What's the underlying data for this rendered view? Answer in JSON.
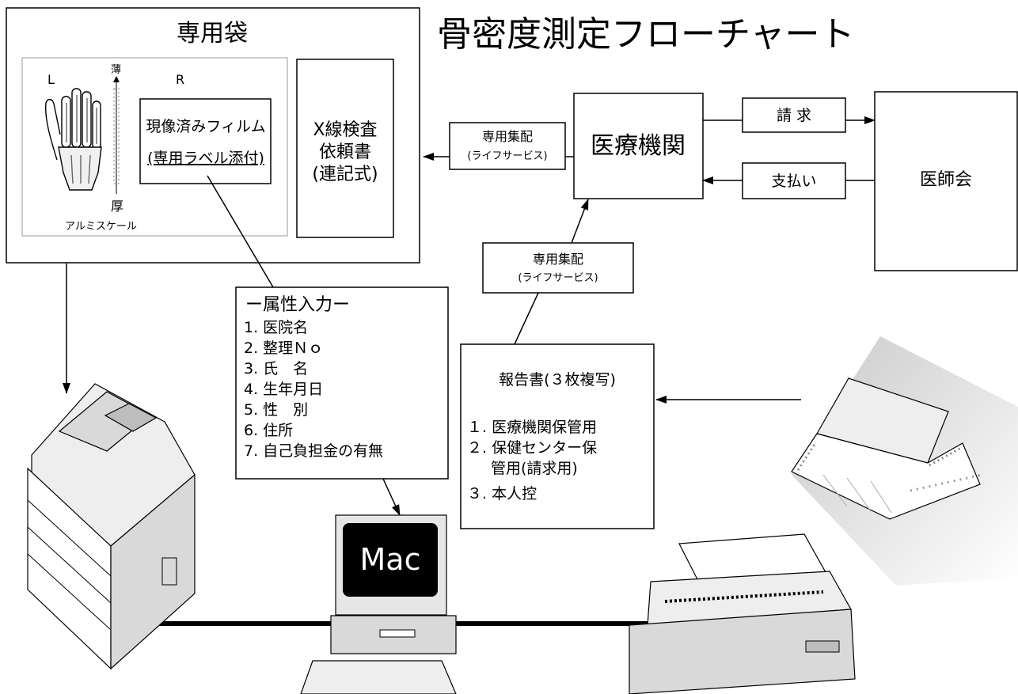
{
  "title": "骨密度測定フローチャート",
  "bag": {
    "title": "専用袋",
    "xray_left": "L",
    "xray_right": "R",
    "thin_label": "薄",
    "thick_label": "厚",
    "scale_label": "アルミスケール",
    "film_line1": "現像済みフィルム",
    "film_line2": "(専用ラベル添付)",
    "request_line1": "X線検査",
    "request_line2": "依頼書",
    "request_line3": "(連記式)"
  },
  "delivery_top": {
    "line1": "専用集配",
    "line2": "(ライフサービス)"
  },
  "delivery_mid": {
    "line1": "専用集配",
    "line2": "(ライフサービス)"
  },
  "hospital": "医療機関",
  "billing": "請 求",
  "payment": "支払い",
  "medical_assoc": "医師会",
  "attributes": {
    "title": "ー属性入力ー",
    "items": [
      "1. 医院名",
      "2. 整理Ｎｏ",
      "3. 氏　名",
      "4. 生年月日",
      "5. 性　別",
      "6. 住所",
      "7. 自己負担金の有無"
    ]
  },
  "report": {
    "title": "報告書(３枚複写)",
    "items": [
      "１. 医療機関保管用",
      "２. 保健センター保",
      "管用(請求用)",
      "３. 本人控"
    ]
  },
  "mac_label": "Mac"
}
